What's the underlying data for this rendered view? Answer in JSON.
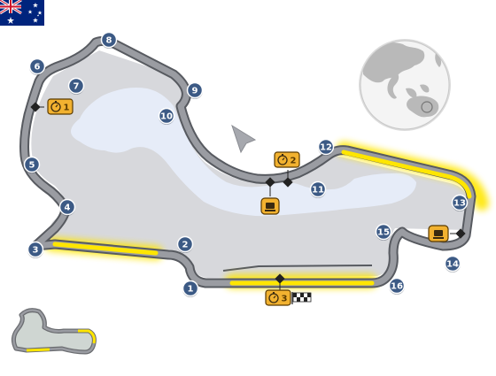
{
  "country_flag": "australia-flag-icon",
  "colors": {
    "track": "#8f9197",
    "track_edge": "#575a60",
    "drs_zone": "#ffe600",
    "infield": "#d7d8dc",
    "lake": "#e6ecf8",
    "turn_marker": "#3c5a85",
    "sector_badge": "#f2b230",
    "ocean": "#f2f2f2",
    "land": "#bdbdbd"
  },
  "turns": [
    {
      "number": "1"
    },
    {
      "number": "2"
    },
    {
      "number": "3"
    },
    {
      "number": "4"
    },
    {
      "number": "5"
    },
    {
      "number": "6"
    },
    {
      "number": "7"
    },
    {
      "number": "8"
    },
    {
      "number": "9"
    },
    {
      "number": "10"
    },
    {
      "number": "11"
    },
    {
      "number": "12"
    },
    {
      "number": "13"
    },
    {
      "number": "14"
    },
    {
      "number": "15"
    },
    {
      "number": "16"
    }
  ],
  "sectors": [
    {
      "number": "1",
      "icon": "stopwatch-icon"
    },
    {
      "number": "2",
      "icon": "stopwatch-icon"
    },
    {
      "number": "3",
      "icon": "stopwatch-icon"
    }
  ],
  "icons": {
    "direction": "direction-arrow-icon",
    "finish": "checkered-flag-icon",
    "speed_trap": "speed-trap-icon",
    "globe": "globe-locator-icon",
    "minimap": "track-minimap-icon"
  }
}
